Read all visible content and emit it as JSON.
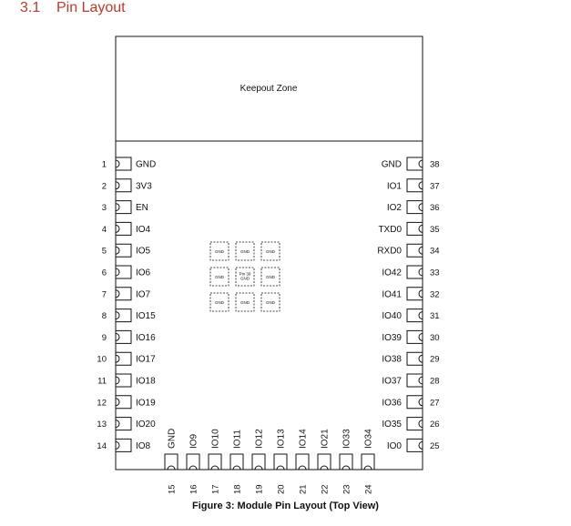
{
  "section": {
    "number": "3.1",
    "title": "Pin Layout"
  },
  "keepout_label": "Keepout Zone",
  "left_pins": [
    {
      "num": "1",
      "name": "GND"
    },
    {
      "num": "2",
      "name": "3V3"
    },
    {
      "num": "3",
      "name": "EN"
    },
    {
      "num": "4",
      "name": "IO4"
    },
    {
      "num": "5",
      "name": "IO5"
    },
    {
      "num": "6",
      "name": "IO6"
    },
    {
      "num": "7",
      "name": "IO7"
    },
    {
      "num": "8",
      "name": "IO15"
    },
    {
      "num": "9",
      "name": "IO16"
    },
    {
      "num": "10",
      "name": "IO17"
    },
    {
      "num": "11",
      "name": "IO18"
    },
    {
      "num": "12",
      "name": "IO19"
    },
    {
      "num": "13",
      "name": "IO20"
    },
    {
      "num": "14",
      "name": "IO8"
    }
  ],
  "right_pins": [
    {
      "num": "38",
      "name": "GND"
    },
    {
      "num": "37",
      "name": "IO1"
    },
    {
      "num": "36",
      "name": "IO2"
    },
    {
      "num": "35",
      "name": "TXD0"
    },
    {
      "num": "34",
      "name": "RXD0"
    },
    {
      "num": "33",
      "name": "IO42"
    },
    {
      "num": "32",
      "name": "IO41"
    },
    {
      "num": "31",
      "name": "IO40"
    },
    {
      "num": "30",
      "name": "IO39"
    },
    {
      "num": "29",
      "name": "IO38"
    },
    {
      "num": "28",
      "name": "IO37"
    },
    {
      "num": "27",
      "name": "IO36"
    },
    {
      "num": "26",
      "name": "IO35"
    },
    {
      "num": "25",
      "name": "IO0"
    }
  ],
  "bottom_pins": [
    {
      "num": "15",
      "name": "GND"
    },
    {
      "num": "16",
      "name": "IO9"
    },
    {
      "num": "17",
      "name": "IO10"
    },
    {
      "num": "18",
      "name": "IO11"
    },
    {
      "num": "19",
      "name": "IO12"
    },
    {
      "num": "20",
      "name": "IO13"
    },
    {
      "num": "21",
      "name": "IO14"
    },
    {
      "num": "22",
      "name": "IO21"
    },
    {
      "num": "23",
      "name": "IO33"
    },
    {
      "num": "24",
      "name": "IO34"
    }
  ],
  "center_pads": [
    "GND",
    "GND",
    "GND",
    "GND",
    "Pin 39\nGND",
    "GND",
    "GND",
    "GND",
    "GND"
  ],
  "caption": "Figure 3: Module Pin Layout (Top View)"
}
